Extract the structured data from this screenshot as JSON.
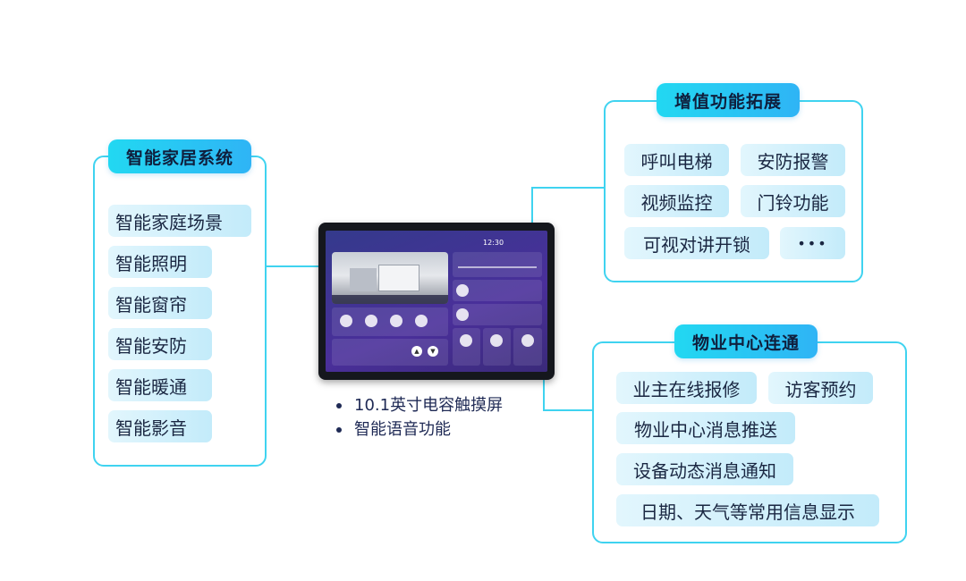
{
  "smart_home": {
    "title": "智能家居系统",
    "items": [
      "智能家庭场景",
      "智能照明",
      "智能窗帘",
      "智能安防",
      "智能暖通",
      "智能影音"
    ]
  },
  "value_added": {
    "title": "增值功能拓展",
    "items": [
      "呼叫电梯",
      "安防报警",
      "视频监控",
      "门铃功能",
      "可视对讲开锁",
      "•••"
    ]
  },
  "property_center": {
    "title": "物业中心连通",
    "items": [
      "业主在线报修",
      "访客预约",
      "物业中心消息推送",
      "设备动态消息通知",
      "日期、天气等常用信息显示"
    ]
  },
  "device": {
    "time": "12:30",
    "features": [
      "10.1英寸电容触摸屏",
      "智能语音功能"
    ]
  },
  "colors": {
    "accent": "#3fd3f0",
    "title_bg": "#22d8f2",
    "pill_bg": "#d4f0fb"
  }
}
